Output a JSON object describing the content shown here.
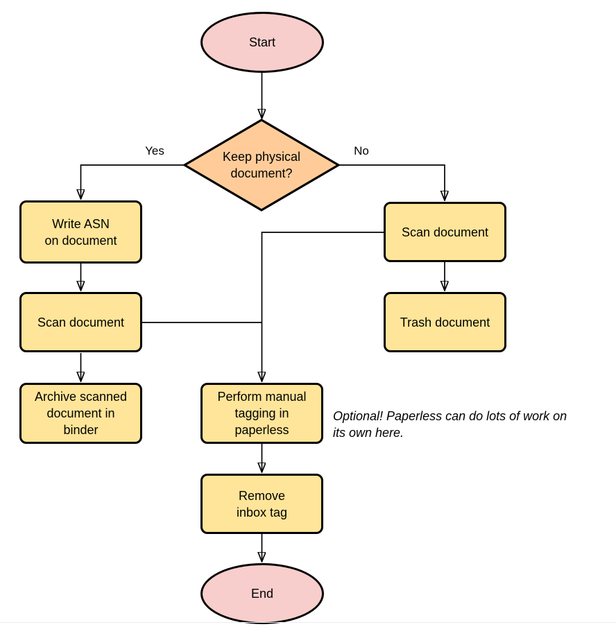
{
  "diagram": {
    "nodes": {
      "start": {
        "label": "Start",
        "shape": "terminator"
      },
      "decision": {
        "label": "Keep physical\ndocument?",
        "shape": "diamond"
      },
      "write_asn": {
        "label": "Write ASN\non document",
        "shape": "process"
      },
      "scan_left": {
        "label": "Scan document",
        "shape": "process"
      },
      "archive": {
        "label": "Archive scanned\ndocument in\nbinder",
        "shape": "process"
      },
      "scan_right": {
        "label": "Scan document",
        "shape": "process"
      },
      "trash": {
        "label": "Trash document",
        "shape": "process"
      },
      "tagging": {
        "label": "Perform manual\ntagging in\npaperless",
        "shape": "process"
      },
      "remove_inbox": {
        "label": "Remove\ninbox tag",
        "shape": "process"
      },
      "end": {
        "label": "End",
        "shape": "terminator"
      }
    },
    "edge_labels": {
      "yes": "Yes",
      "no": "No"
    },
    "note": "Optional! Paperless can do lots of work on\nits own here.",
    "colors": {
      "terminator_fill": "#F8CECC",
      "decision_fill": "#FFCC99",
      "process_fill": "#FFE599",
      "stroke": "#000000",
      "bottom_divider": "#e9ecef"
    }
  }
}
